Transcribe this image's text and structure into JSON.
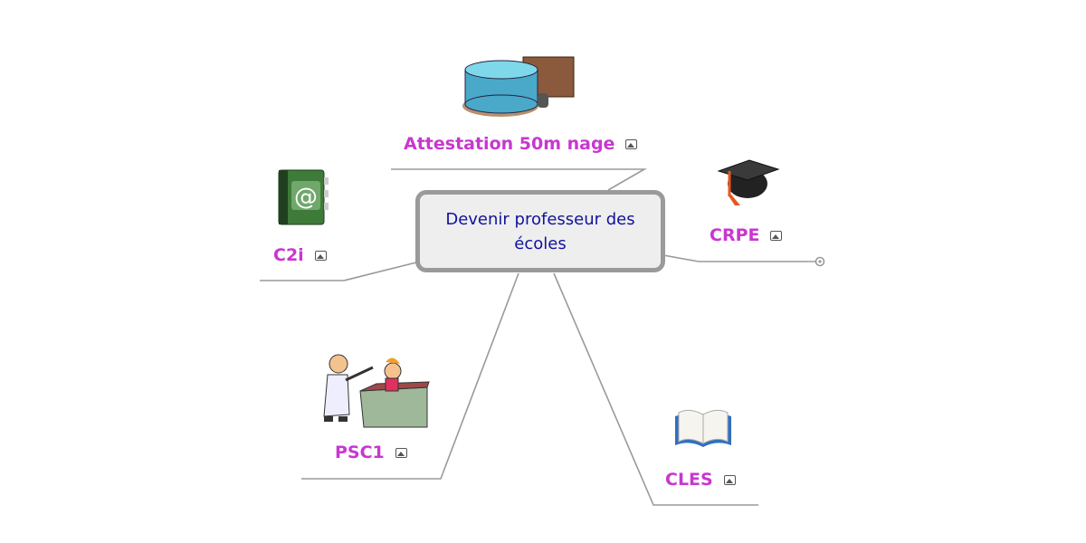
{
  "central": {
    "title": "Devenir professeur des écoles"
  },
  "nodes": [
    {
      "id": "attestation",
      "label": "Attestation 50m nage",
      "image": "swimming-pool"
    },
    {
      "id": "crpe",
      "label": "CRPE",
      "image": "graduation-cap"
    },
    {
      "id": "c2i",
      "label": "C2i",
      "image": "address-book"
    },
    {
      "id": "psc1",
      "label": "PSC1",
      "image": "doctor-patient"
    },
    {
      "id": "cles",
      "label": "CLES",
      "image": "open-book"
    }
  ],
  "colors": {
    "label": "#c837d0",
    "central_text": "#12129c",
    "line": "#9a9a9a"
  }
}
